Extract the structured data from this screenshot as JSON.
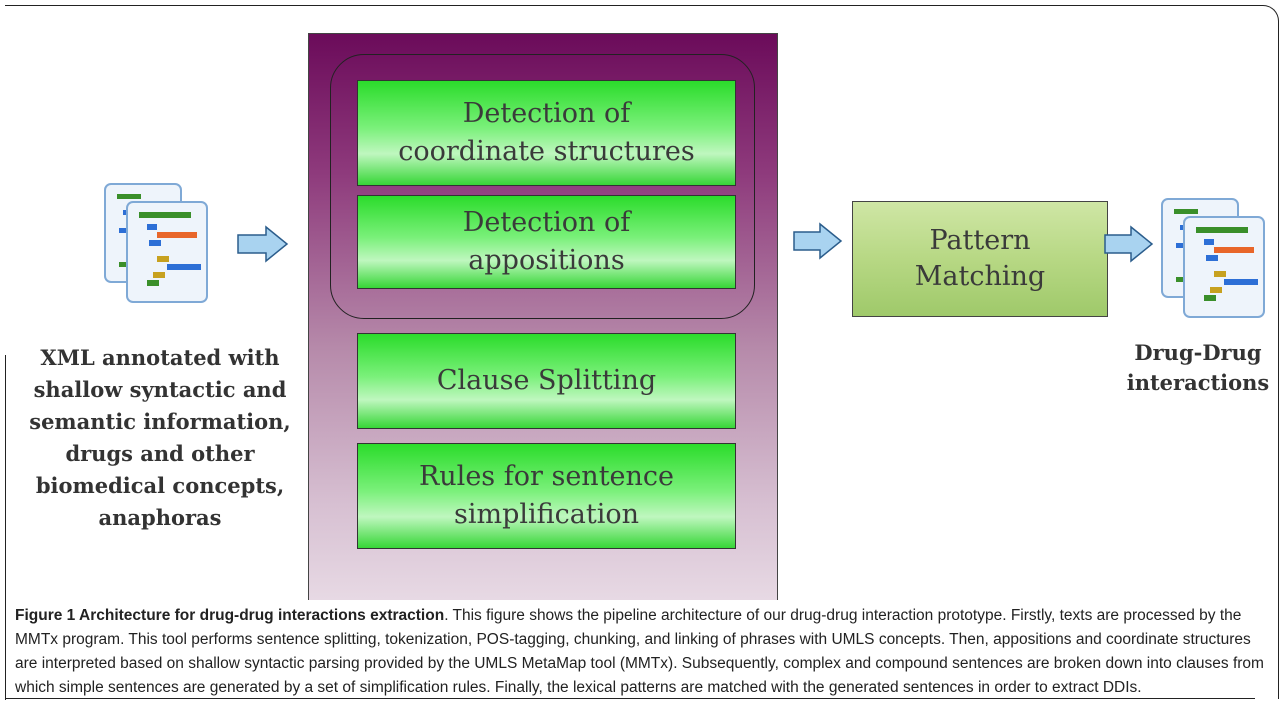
{
  "input_label": "XML annotated with\nshallow syntactic and\nsemantic information,\ndrugs and other\nbiomedical concepts,\nanaphoras",
  "output_label": "Drug-Drug\ninteractions",
  "stages": {
    "coordinate": "Detection of\ncoordinate structures",
    "appositions": "Detection of\nappositions",
    "clause": "Clause Splitting",
    "rules": "Rules for sentence\nsimplification"
  },
  "pattern_label": "Pattern\nMatching",
  "caption": {
    "title": "Figure 1 Architecture for drug-drug interactions extraction",
    "body": ". This figure shows the pipeline architecture of our drug-drug interaction prototype. Firstly, texts are processed by the MMTx program. This tool performs sentence splitting, tokenization, POS-tagging, chunking, and linking of phrases with UMLS concepts. Then, appositions and coordinate structures are interpreted based on shallow syntactic parsing provided by the UMLS MetaMap tool (MMTx). Subsequently, complex and compound sentences are broken down into clauses from which simple sentences are generated by a set of simplification rules. Finally, the lexical patterns are matched with the generated sentences in order to extract DDIs."
  },
  "colors": {
    "stage_green": "#2bdc2b",
    "panel_purple": "#6b0b5a",
    "arrow_fill": "#a9d3f0",
    "pattern_green": "#b7d884"
  }
}
